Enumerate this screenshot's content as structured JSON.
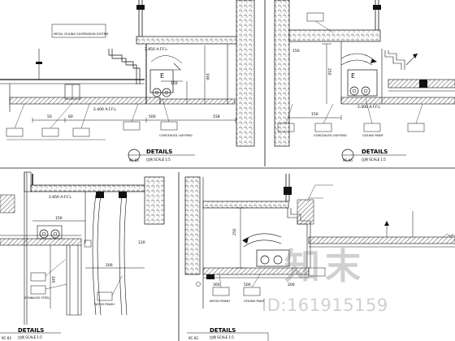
{
  "watermark": {
    "logo_text": "知末",
    "id_text": "ID:161915159"
  },
  "panels": [
    {
      "title": "DETAILS",
      "subtitle": "比例 SCALE 1:5",
      "section_code": "9C-05",
      "dims": {
        "top": "2.850 A.F.F.L",
        "bottom": "2.400 A.F.F.L",
        "d150": "150",
        "d50": "50",
        "d60": "60",
        "d500": "500",
        "d190": "190",
        "d158": "158"
      },
      "notes": {
        "n1": "METAL CEILING SUSPENSION SYSTEM",
        "n2": "CONCEALED LIGHTING"
      }
    },
    {
      "title": "DETAILS",
      "subtitle": "比例 SCALE 1:5",
      "section_code": "9C-05",
      "dims": {
        "top": "150",
        "mid": "2.400 A.F.F.L",
        "d150": "150",
        "d250": "250"
      },
      "notes": {
        "n1": "CEILING PAINT",
        "n2": "CONCEALED LIGHTING"
      }
    },
    {
      "title": "DETAILS",
      "subtitle": "比例 SCALE 1:5",
      "section_code": "9C-02",
      "dims": {
        "top": "2.850 A.F.F.L",
        "d150": "150",
        "d200": "200",
        "d195": "195",
        "d120": "120"
      },
      "notes": {
        "n1": "STAINLESS STEEL",
        "n2": "WOOD FINISH"
      }
    },
    {
      "title": "DETAILS",
      "subtitle": "比例 SCALE 1:5",
      "section_code": "9C-02",
      "dims": {
        "d300": "300",
        "d500": "500",
        "d200": "200",
        "d250": "250"
      },
      "notes": {
        "n1": "WOOD FINISH",
        "n2": "CEILING PAINT"
      }
    }
  ]
}
